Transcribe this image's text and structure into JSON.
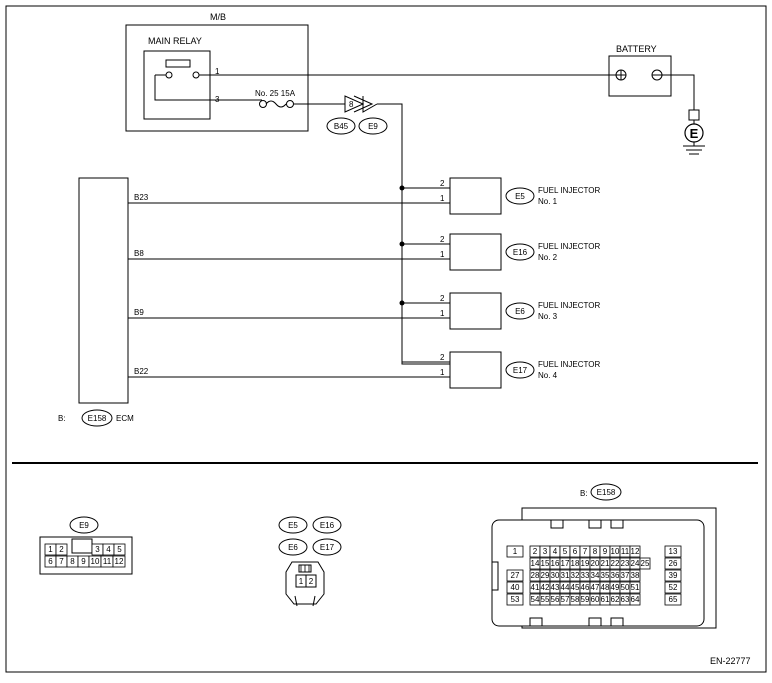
{
  "mb": {
    "label": "M/B",
    "relay_label": "MAIN RELAY",
    "pin1": "1",
    "pin3": "3"
  },
  "fuse": {
    "label": "No. 25   15A"
  },
  "connector": {
    "pin": "8",
    "codes": [
      "B45",
      "E9"
    ]
  },
  "battery": {
    "label": "BATTERY",
    "ground": "E"
  },
  "ecm": {
    "prefix": "B:",
    "code": "E158",
    "label": "ECM",
    "pins": [
      "B23",
      "B8",
      "B9",
      "B22"
    ]
  },
  "injectors": [
    {
      "code": "E5",
      "name": "FUEL INJECTOR",
      "number": "No. 1",
      "pin_top": "2",
      "pin_bottom": "1"
    },
    {
      "code": "E16",
      "name": "FUEL INJECTOR",
      "number": "No. 2",
      "pin_top": "2",
      "pin_bottom": "1"
    },
    {
      "code": "E6",
      "name": "FUEL INJECTOR",
      "number": "No. 3",
      "pin_top": "2",
      "pin_bottom": "1"
    },
    {
      "code": "E17",
      "name": "FUEL INJECTOR",
      "number": "No. 4",
      "pin_top": "2",
      "pin_bottom": "1"
    }
  ],
  "e9_connector": {
    "code": "E9",
    "row1_left": [
      "1",
      "2"
    ],
    "row1_right": [
      "3",
      "4",
      "5"
    ],
    "row2": [
      "6",
      "7",
      "8",
      "9",
      "10",
      "11",
      "12"
    ]
  },
  "injector_connector": {
    "codes": [
      "E5",
      "E16",
      "E6",
      "E17"
    ],
    "pins": [
      "1",
      "2"
    ]
  },
  "ecm_connector": {
    "prefix": "B:",
    "code": "E158",
    "rows": [
      [
        "1",
        "2",
        "3",
        "4",
        "5",
        "6",
        "7",
        "8",
        "9",
        "10",
        "11",
        "12",
        "13"
      ],
      [
        "",
        "14",
        "15",
        "16",
        "17",
        "18",
        "19",
        "20",
        "21",
        "22",
        "23",
        "24",
        "25",
        "26"
      ],
      [
        "27",
        "28",
        "29",
        "30",
        "31",
        "32",
        "33",
        "34",
        "35",
        "36",
        "37",
        "38",
        "39"
      ],
      [
        "40",
        "41",
        "42",
        "43",
        "44",
        "45",
        "46",
        "47",
        "48",
        "49",
        "50",
        "51",
        "52"
      ],
      [
        "53",
        "54",
        "55",
        "56",
        "57",
        "58",
        "59",
        "60",
        "61",
        "62",
        "63",
        "64",
        "65"
      ]
    ]
  },
  "doc_code": "EN-22777"
}
